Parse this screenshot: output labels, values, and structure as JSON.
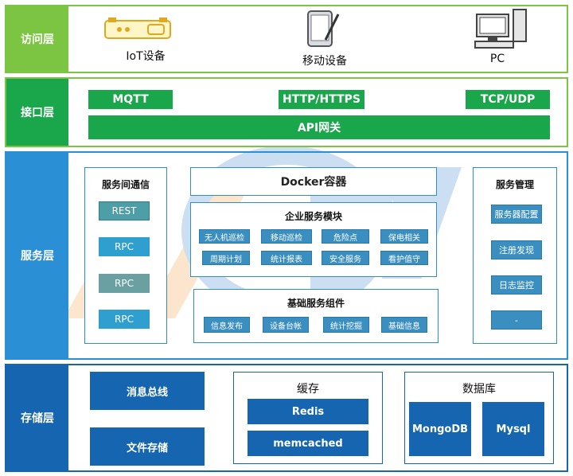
{
  "layers": {
    "access": {
      "label": "访问层",
      "devices": [
        {
          "name": "IoT设备",
          "icon": "iot-device-icon"
        },
        {
          "name": "移动设备",
          "icon": "tablet-icon"
        },
        {
          "name": "PC",
          "icon": "desktop-computer-icon"
        }
      ]
    },
    "interface": {
      "label": "接口层",
      "protocols": [
        "MQTT",
        "HTTP/HTTPS",
        "TCP/UDP"
      ],
      "gateway": "API网关"
    },
    "service": {
      "label": "服务层",
      "communication": {
        "title": "服务间通信",
        "items": [
          "REST",
          "RPC",
          "RPC",
          "RPC"
        ]
      },
      "docker": "Docker容器",
      "enterprise": {
        "title": "企业服务模块",
        "items": [
          "无人机巡检",
          "移动巡检",
          "危险点",
          "保电相关",
          "周期计划",
          "统计报表",
          "安全服务",
          "看护值守"
        ]
      },
      "basic": {
        "title": "基础服务组件",
        "items": [
          "信息发布",
          "设备台帐",
          "统计挖掘",
          "基础信息"
        ]
      },
      "management": {
        "title": "服务管理",
        "items": [
          "服务器配置",
          "注册发现",
          "日志监控",
          "-"
        ]
      }
    },
    "storage": {
      "label": "存储层",
      "left": [
        "消息总线",
        "文件存储"
      ],
      "cache": {
        "title": "缓存",
        "items": [
          "Redis",
          "memcached"
        ]
      },
      "database": {
        "title": "数据库",
        "items": [
          "MongoDB",
          "Mysql"
        ]
      }
    }
  },
  "colors": {
    "green": "#1aa64a",
    "green_label": "#7cc542",
    "blue_label": "#2b8fd6",
    "storage_label": "#1565b0",
    "teal": "#3a9aa8"
  }
}
